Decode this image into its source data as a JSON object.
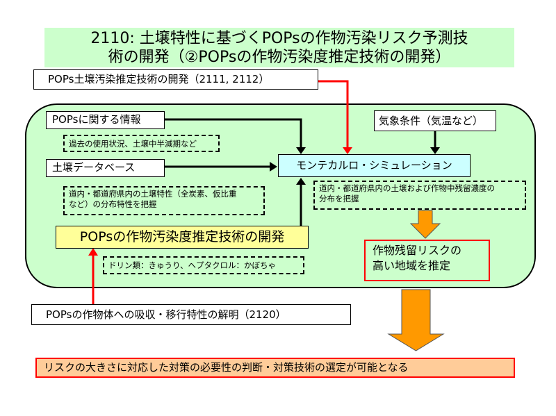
{
  "title": {
    "line1": "2110:  土壌特性に基づくPOPsの作物汚染リスク予測技",
    "line2": "術の開発（②POPsの作物汚染度推定技術の開発）"
  },
  "colors": {
    "title_bg": "#ccffcc",
    "panel_bg": "#ccffcc",
    "simulation_bg": "#ccffff",
    "core_tech_bg": "#ffff99",
    "result_border": "#ff0000",
    "final_bg": "#ffcc99",
    "big_arrow": "#ff9900",
    "red_arrow": "#ff0000"
  },
  "external_inputs": {
    "soil_estimation": "POPs土壌汚染推定技術の開発（2111, 2112）",
    "crop_uptake": "POPsの作物体への吸収・移行特性の解明（2120）"
  },
  "inputs": {
    "pops_info": {
      "label": "POPsに関する情報",
      "note": "過去の使用状況、土壌中半減期など"
    },
    "soil_db": {
      "label": "土壌データベース",
      "note_line1": "道内・都道府県内の土壌特性（全炭素、仮比重",
      "note_line2": "など）の分布特性を把握"
    },
    "weather": {
      "label": "気象条件（気温など）"
    }
  },
  "simulation": {
    "label": "モンテカルロ・シミュレーション",
    "note_line1": "道内・都道府県内の土壌および作物中残留濃度の",
    "note_line2": "分布を把握"
  },
  "core_tech": {
    "label": "POPsの作物汚染度推定技術の開発",
    "note": "ドリン類：きゅうり、ヘプタクロル：かぼちゃ"
  },
  "result": {
    "line1": "作物残留リスクの",
    "line2": "高い地域を推定"
  },
  "final_outcome": "リスクの大きさに対応した対策の必要性の判断・対策技術の選定が可能となる"
}
